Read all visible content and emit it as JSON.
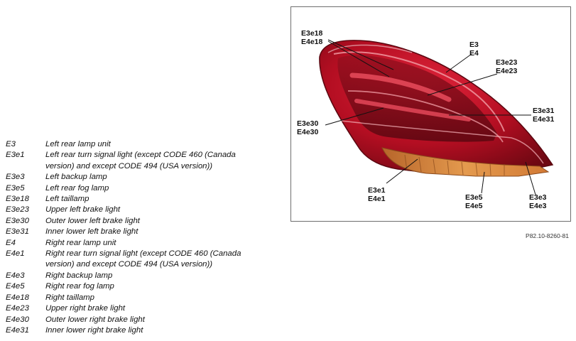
{
  "legend": [
    {
      "code": "E3",
      "desc": "Left rear lamp unit"
    },
    {
      "code": "E3e1",
      "desc": "Left rear turn signal light (except CODE 460 (Canada version) and except CODE 494 (USA version))"
    },
    {
      "code": "E3e3",
      "desc": "Left backup lamp"
    },
    {
      "code": "E3e5",
      "desc": "Left rear fog lamp"
    },
    {
      "code": "E3e18",
      "desc": "Left taillamp"
    },
    {
      "code": "E3e23",
      "desc": "Upper left brake light"
    },
    {
      "code": "E3e30",
      "desc": "Outer lower left brake light"
    },
    {
      "code": "E3e31",
      "desc": "Inner lower left brake light"
    },
    {
      "code": "E4",
      "desc": "Right rear lamp unit"
    },
    {
      "code": "E4e1",
      "desc": "Right rear turn signal light (except CODE 460 (Canada version) and except CODE 494 (USA version))"
    },
    {
      "code": "E4e3",
      "desc": "Right backup lamp"
    },
    {
      "code": "E4e5",
      "desc": "Right rear fog lamp"
    },
    {
      "code": "E4e18",
      "desc": "Right taillamp"
    },
    {
      "code": "E4e23",
      "desc": "Upper right brake light"
    },
    {
      "code": "E4e30",
      "desc": "Outer lower right brake light"
    },
    {
      "code": "E4e31",
      "desc": "Inner lower right brake light"
    }
  ],
  "callouts": {
    "e18": {
      "l1": "E3e18",
      "l2": "E4e18"
    },
    "e34": {
      "l1": "E3",
      "l2": "E4"
    },
    "e23": {
      "l1": "E3e23",
      "l2": "E4e23"
    },
    "e31": {
      "l1": "E3e31",
      "l2": "E4e31"
    },
    "e30": {
      "l1": "E3e30",
      "l2": "E4e30"
    },
    "e1": {
      "l1": "E3e1",
      "l2": "E4e1"
    },
    "e5": {
      "l1": "E3e5",
      "l2": "E4e5"
    },
    "e3": {
      "l1": "E3e3",
      "l2": "E4e3"
    }
  },
  "figure_ref": "P82.10-8260-81",
  "colors": {
    "lens_red": "#c8102e",
    "lens_dark": "#7a0a14",
    "amber": "#d98a3a"
  }
}
